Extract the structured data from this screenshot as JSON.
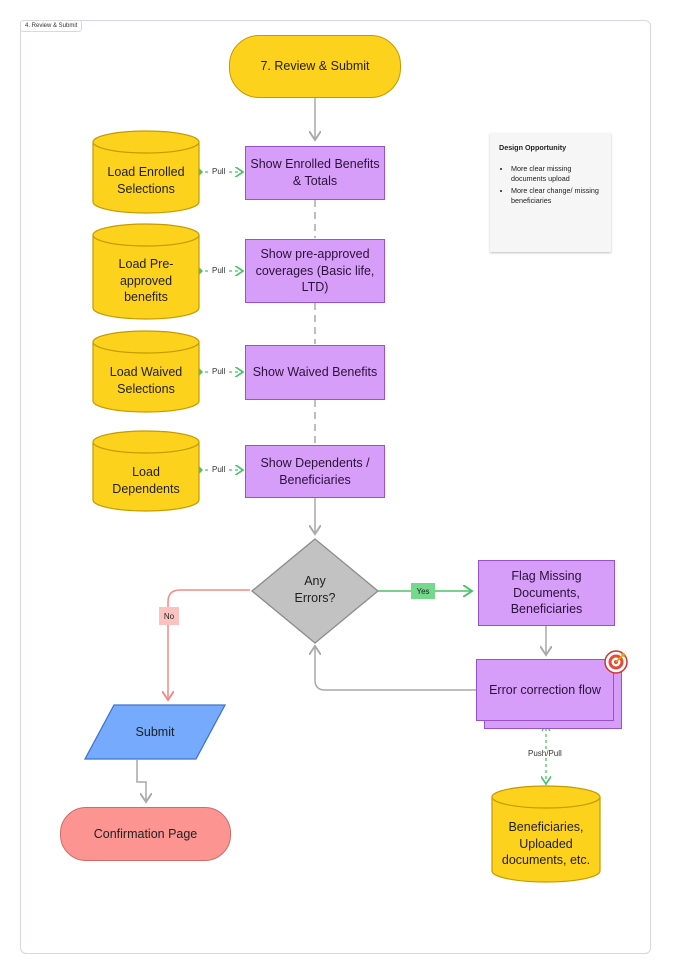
{
  "frame": {
    "title": "4. Review & Submit"
  },
  "nodes": {
    "start": "7. Review & Submit",
    "show_enrolled": "Show Enrolled Benefits & Totals",
    "show_preapproved": "Show pre-approved coverages (Basic life, LTD)",
    "show_waived": "Show Waived Benefits",
    "show_dependents": "Show Dependents / Beneficiaries",
    "decision": "Any Errors?",
    "flag_missing": "Flag Missing Documents, Beneficiaries",
    "error_flow": "Error correction flow",
    "submit": "Submit",
    "confirmation": "Confirmation Page"
  },
  "datastores": {
    "enrolled": "Load Enrolled Selections",
    "preapproved": "Load Pre-approved benefits",
    "waived": "Load Waived Selections",
    "dependents": "Load Dependents",
    "beneficiaries": "Beneficiaries, Uploaded documents, etc."
  },
  "edge_labels": {
    "pull": "Pull",
    "yes": "Yes",
    "no": "No",
    "push_pull": "Push/Pull"
  },
  "note": {
    "title": "Design Opportunity",
    "items": [
      "More clear missing documents upload",
      "More clear change/ missing beneficiaries"
    ]
  },
  "colors": {
    "process": "#d79ef9",
    "terminal": "#fcd21c",
    "datastore": "#fcd21c",
    "submit": "#75aafc",
    "confirmation": "#fc9591",
    "decision": "#c2c2c2",
    "yes_edge": "#4cc26a",
    "no_edge": "#f28b82",
    "connector": "#a9a9a9"
  }
}
